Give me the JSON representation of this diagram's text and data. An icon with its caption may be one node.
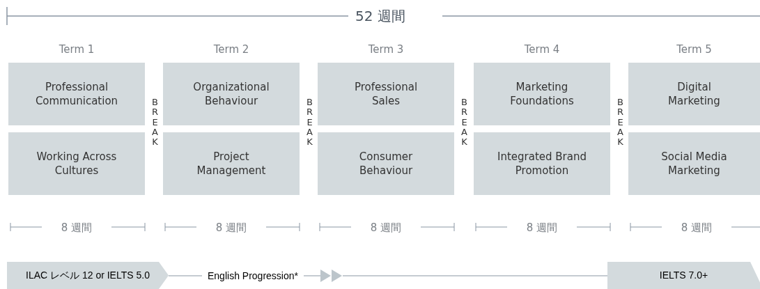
{
  "diagram": {
    "nodes": [
      {
        "text": [
          "Professional Communication"
        ]
      },
      {
        "text": [
          "Working Across Cultures"
        ]
      },
      {
        "text": [
          "Organizational Behaviour"
        ]
      },
      {
        "text": [
          "Project Management"
        ]
      },
      {
        "text": [
          "Professional Sales"
        ]
      },
      {
        "text": [
          "Consumer Behaviour"
        ]
      },
      {
        "text": [
          "Marketing Foundations"
        ]
      },
      {
        "text": [
          "Integrated Brand Promotion"
        ]
      },
      {
        "text": [
          "Digital Marketing"
        ]
      },
      {
        "text": [
          "Social Media Marketing"
        ]
      },
      {
        "text": [
          "ILAC レベル 12 or IELTS 5.0"
        ]
      },
      {
        "text": [
          "IELTS 7.0+"
        ]
      },
      {
        "text": [],
        "shape": "chevron"
      }
    ],
    "edges": [
      {
        "from": 10,
        "to": 12,
        "arrow": "none",
        "label": "English Progression*"
      },
      {
        "from": 12,
        "to": 11,
        "arrow": "none"
      }
    ],
    "labels": [
      "52 週間",
      "Term 1",
      "Term 2",
      "Term 3",
      "Term 4",
      "Term 5",
      "BREAK",
      "BREAK",
      "BREAK",
      "BREAK",
      "8 週間",
      "8 週間",
      "8 週間",
      "8 週間",
      "8 週間"
    ]
  }
}
